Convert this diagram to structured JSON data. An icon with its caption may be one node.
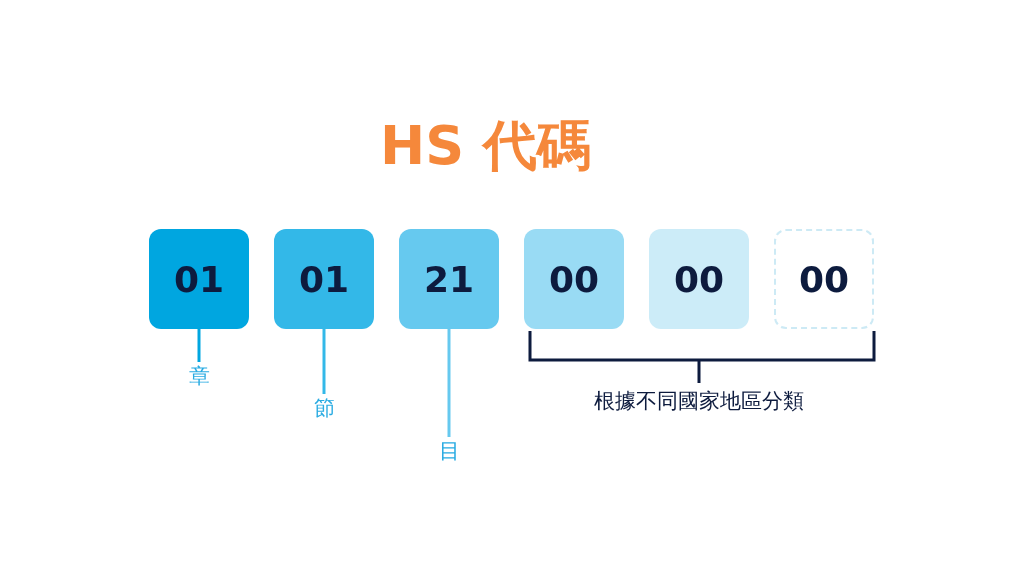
{
  "diagram": {
    "title": "HS 代碼",
    "nodes": [
      {
        "text": [
          "01"
        ]
      },
      {
        "text": [
          "01"
        ]
      },
      {
        "text": [
          "21"
        ]
      },
      {
        "text": [
          "00"
        ]
      },
      {
        "text": [
          "00"
        ]
      },
      {
        "text": [
          "00"
        ]
      },
      {
        "text": [
          "章"
        ]
      },
      {
        "text": [
          "節"
        ]
      },
      {
        "text": [
          "目"
        ]
      }
    ],
    "edges": [
      {
        "from": 0,
        "to": 6,
        "arrow": "none",
        "color": "#00a6e0"
      },
      {
        "from": 1,
        "to": 7,
        "arrow": "none",
        "color": "#33b8e8"
      },
      {
        "from": 2,
        "to": 8,
        "arrow": "none",
        "color": "#66c9ef"
      }
    ],
    "labels": [
      "根據不同國家地區分類"
    ]
  }
}
